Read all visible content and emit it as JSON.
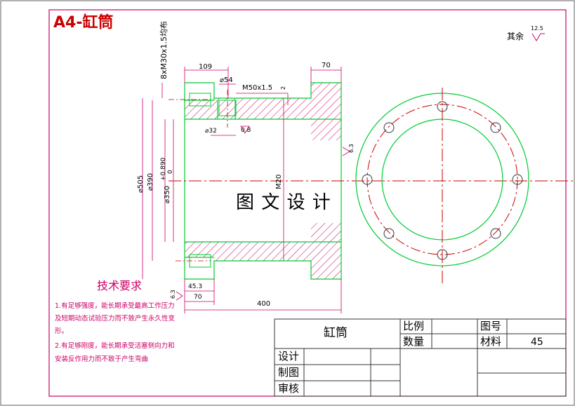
{
  "sheet": {
    "title": "A4-缸筒",
    "watermark": "图 文 设 计",
    "roughness_other": "其余",
    "roughness_value": "12.5"
  },
  "dimensions": {
    "thread_top": "8xM30x1.5均布",
    "d109": "109",
    "d70_top": "70",
    "d54": "⌀54",
    "m50": "M50x1.5",
    "d2": "2",
    "d32": "⌀32",
    "r08": "0.8",
    "r63": "6.3",
    "d505": "⌀505",
    "d390": "⌀390",
    "tol": "+0.890",
    "tol0": "0",
    "d350": "⌀350",
    "m20": "M20",
    "d453": "45.3",
    "d70_bottom": "70",
    "d400": "400",
    "r63_left": "6.3"
  },
  "tech": {
    "heading": "技术要求",
    "line1": "1.有足够强度，能长期承受最高工作压力",
    "line2": "及短期动态试验压力而不致产生永久性变",
    "line3": "形。",
    "line4": "2.有足够刚度，能长期承受活塞侧向力和",
    "line5": "安装反作用力而不致于产生弯曲"
  },
  "title_block": {
    "part_name": "缸筒",
    "scale_label": "比例",
    "qty_label": "数量",
    "drawing_no_label": "图号",
    "material_label": "材料",
    "material_value": "45",
    "design_label": "设计",
    "draw_label": "制图",
    "review_label": "审核"
  },
  "colors": {
    "border": "#cc0066",
    "part": "#00cc33",
    "centerline": "#cc0000",
    "dim": "#cc0066",
    "text": "#000000"
  }
}
